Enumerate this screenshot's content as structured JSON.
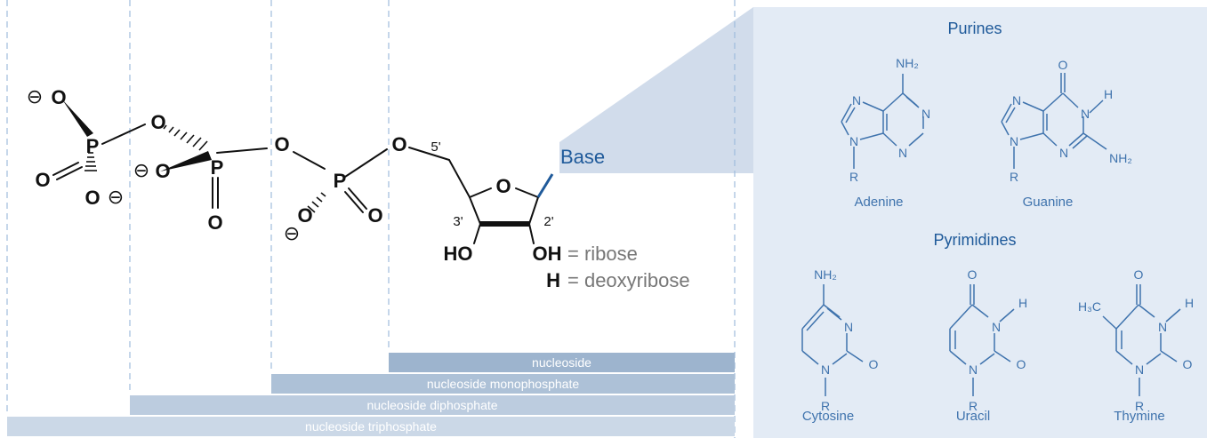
{
  "panel": {
    "purines_title": "Purines",
    "pyrimidines_title": "Pyrimidines",
    "bases": [
      {
        "name": "Adenine"
      },
      {
        "name": "Guanine"
      },
      {
        "name": "Cytosine"
      },
      {
        "name": "Uracil"
      },
      {
        "name": "Thymine"
      }
    ]
  },
  "molecule": {
    "base_label": "Base",
    "prime_labels": [
      "5'",
      "3'",
      "2'"
    ],
    "ring_o": "O",
    "ho_label": "HO",
    "oh_label": "OH",
    "h_label": "H",
    "ribose_text": "= ribose",
    "deoxyribose_text": "= deoxyribose",
    "atom_o": "O",
    "atom_p": "P",
    "neg_charge": "⊖"
  },
  "bars": {
    "nucleoside": "nucleoside",
    "monophosphate": "nucleoside monophosphate",
    "diphosphate": "nucleoside diphosphate",
    "triphosphate": "nucleoside triphosphate"
  },
  "colors": {
    "blue_dark": "#1f5a9a",
    "blue_mid": "#3f73ad",
    "panel_bg": "#e3ebf5",
    "bar_dark": "#9db4ce",
    "bar_mid": "#adc1d7",
    "bar_light": "#bcccdf",
    "bar_lightest": "#cbd8e7",
    "guide": "#9fbcdc"
  },
  "atoms": {
    "N": "N",
    "O": "O",
    "R": "R",
    "H": "H",
    "NH2": "NH₂",
    "H3C": "H₃C"
  }
}
